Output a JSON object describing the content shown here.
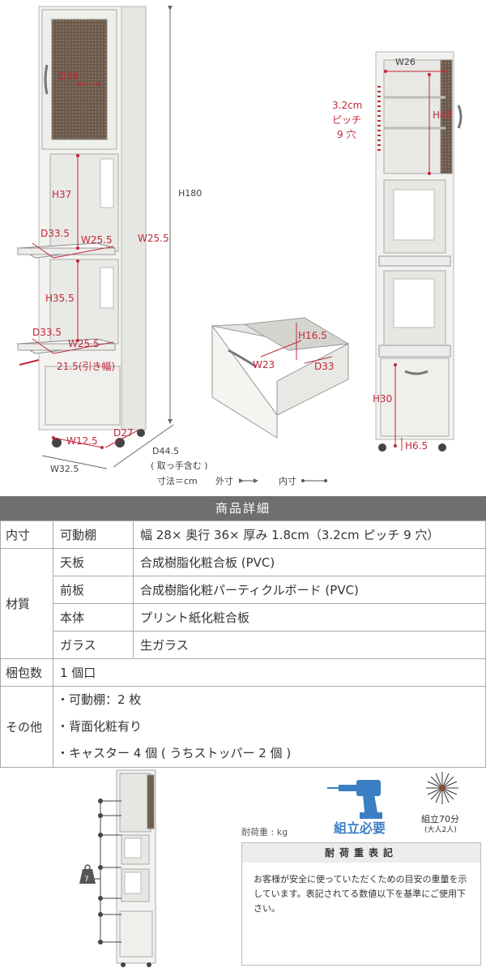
{
  "dims": {
    "h180": "H180",
    "d38": "D38",
    "h37": "H37",
    "d335_top": "D33.5",
    "w255_top": "W25.5",
    "w255_side": "W25.5",
    "h355": "H35.5",
    "d335_bot": "D33.5",
    "w255_bot": "W25.5",
    "pull": "21.5(引き幅)",
    "w125": "W12.5",
    "d27": "D27",
    "d445": "D44.5",
    "d445_note": "( 取っ手含む )",
    "w325": "W32.5",
    "legend_unit": "寸法＝cm",
    "legend_outer": "外寸",
    "legend_inner": "内寸",
    "w26": "W26",
    "pitch1": "3.2cm",
    "pitch2": "ピッチ",
    "pitch3": "9 穴",
    "h43": "H43",
    "h165": "H16.5",
    "w23": "W23",
    "d33": "D33",
    "h30": "H30",
    "h65": "H6.5"
  },
  "table": {
    "title": "商品詳細",
    "inner_label": "内寸",
    "inner_sub": "可動棚",
    "inner_val": "幅 28× 奥行 36× 厚み 1.8cm（3.2cm ピッチ 9 穴）",
    "material_label": "材質",
    "materials": [
      {
        "part": "天板",
        "value": "合成樹脂化粧合板 (PVC)"
      },
      {
        "part": "前板",
        "value": "合成樹脂化粧パーティクルボード (PVC)"
      },
      {
        "part": "本体",
        "value": "プリント紙化粧合板"
      },
      {
        "part": "ガラス",
        "value": "生ガラス"
      }
    ],
    "pack_label": "梱包数",
    "pack_val": "1 個口",
    "other_label": "その他",
    "others": [
      "・可動棚：2 枚",
      "・背面化粧有り",
      "・キャスター 4 個 ( うちストッパー 2 個 )"
    ]
  },
  "bottom": {
    "weight_num": "7",
    "load_caption": "耐荷重 : kg",
    "assembly": "組立必要",
    "time": "組立70分",
    "time_note": "(大人2人)",
    "note_title": "耐荷重表記",
    "note_body": "お客様が安全に使っていただくための目安の重量を示しています。表記されてる数値以下を基準にご使用下さい。"
  },
  "colors": {
    "accent": "#c0293a",
    "assembly_blue": "#3a7fc4",
    "header_gray": "#6f6f6f"
  }
}
